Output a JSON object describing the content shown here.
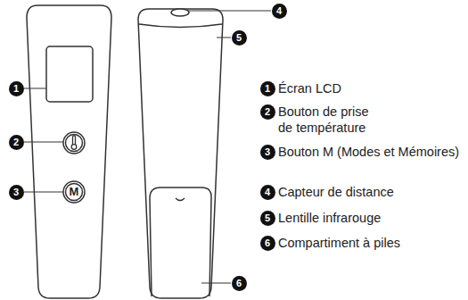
{
  "diagram": {
    "labels": [
      "1",
      "2",
      "3",
      "M",
      "4",
      "5",
      "6",
      "1",
      "Écran LCD",
      "2",
      "Bouton de prise de température",
      "3",
      "Bouton M (Modes et Mémoires)",
      "4",
      "Capteur de distance",
      "5",
      "Lentille infrarouge",
      "6",
      "Compartiment à piles"
    ]
  }
}
